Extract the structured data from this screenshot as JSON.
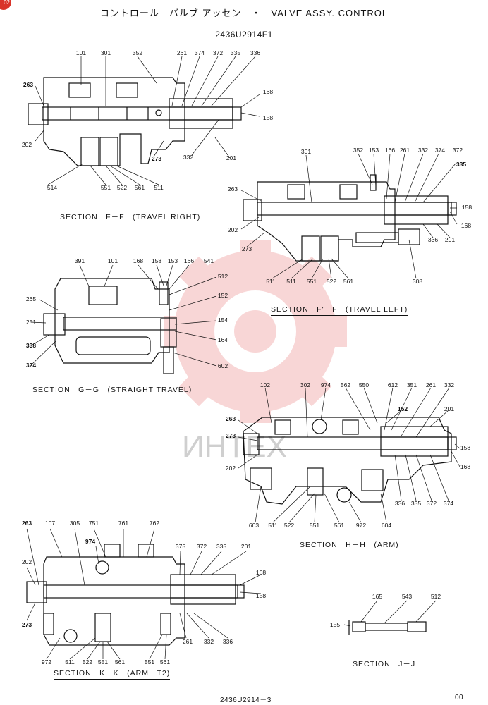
{
  "header": {
    "title": "コントロール　バルブ アッセン　・　VALVE ASSY. CONTROL",
    "drawing_number": "2436U2914F1"
  },
  "corner_mark": "02",
  "watermark": {
    "text": "ИНТЕХ",
    "color": "#f3b5b5"
  },
  "sections": {
    "ff": "SECTION　F－F　(TRAVEL RIGHT)",
    "f2f": "SECTION　F'－F　(TRAVEL LEFT)",
    "gg": "SECTION　G－G　(STRAIGHT TRAVEL)",
    "hh": "SECTION　H－H　(ARM)",
    "kk": "SECTION　K－K　(ARM　T2)",
    "jj": "SECTION　J－J"
  },
  "labels": {
    "ff": [
      "101",
      "301",
      "352",
      "261",
      "374",
      "372",
      "335",
      "336",
      "263",
      "168",
      "158",
      "202",
      "273",
      "332",
      "201",
      "514",
      "551",
      "522",
      "561",
      "511"
    ],
    "f2f": [
      "301",
      "352",
      "153",
      "166",
      "261",
      "332",
      "374",
      "372",
      "335",
      "263",
      "158",
      "202",
      "168",
      "273",
      "336",
      "201",
      "308",
      "511",
      "511",
      "551",
      "522",
      "561"
    ],
    "gg": [
      "391",
      "101",
      "168",
      "158",
      "153",
      "166",
      "541",
      "512",
      "265",
      "152",
      "251",
      "154",
      "338",
      "164",
      "324",
      "602"
    ],
    "hh": [
      "102",
      "302",
      "974",
      "562",
      "550",
      "612",
      "351",
      "261",
      "332",
      "263",
      "152",
      "201",
      "273",
      "158",
      "202",
      "168",
      "336",
      "335",
      "372",
      "374",
      "603",
      "511",
      "522",
      "551",
      "561",
      "972",
      "604"
    ],
    "kk": [
      "263",
      "107",
      "305",
      "751",
      "761",
      "762",
      "974",
      "375",
      "372",
      "335",
      "201",
      "202",
      "168",
      "158",
      "273",
      "261",
      "332",
      "336",
      "972",
      "511",
      "522",
      "551",
      "561",
      "551",
      "561"
    ],
    "jj": [
      "165",
      "543",
      "512",
      "155"
    ]
  },
  "footer": {
    "page_code": "2436U2914－3",
    "page_number": "00"
  },
  "colors": {
    "ink": "#111111",
    "accent": "#d9342b"
  }
}
